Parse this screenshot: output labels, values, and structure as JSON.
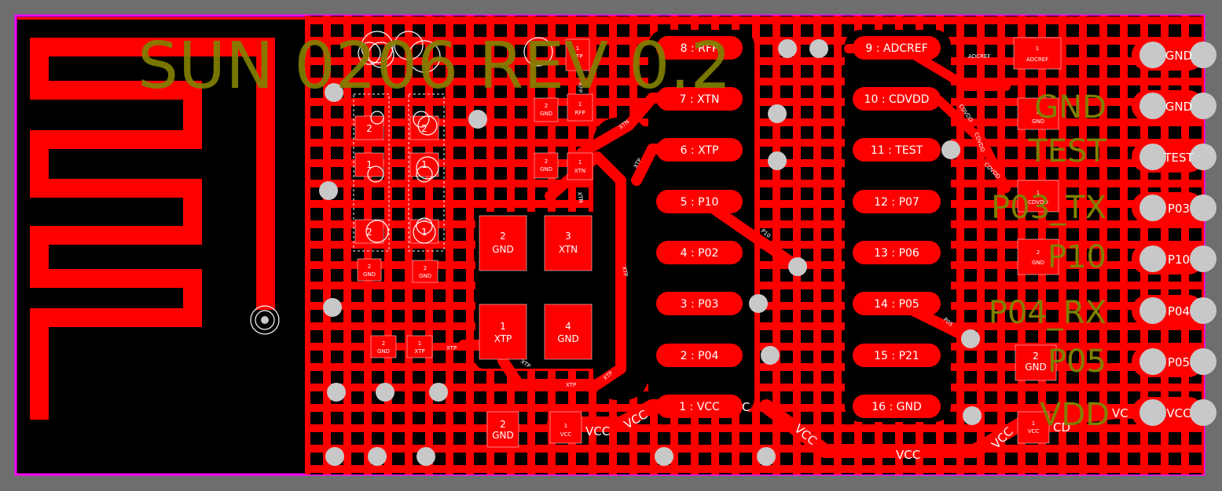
{
  "board": {
    "silkscreen_title": "SUN 0206 REV 0.2",
    "colors": {
      "background": "#6e6e6e",
      "substrate": "#000000",
      "copper": "#ff0000",
      "silkscreen": "#808000",
      "outline": "#ff00ff",
      "drill": "#c8c8c8"
    }
  },
  "module_pads": [
    {
      "label": "8 : RFP"
    },
    {
      "label": "7 : XTN"
    },
    {
      "label": "6 : XTP"
    },
    {
      "label": "5 : P10"
    },
    {
      "label": "4 : P02"
    },
    {
      "label": "3 : P03"
    },
    {
      "label": "2 : P04"
    },
    {
      "label": "1 : VCC"
    },
    {
      "label": "9 : ADCREF"
    },
    {
      "label": "10 : CDVDD"
    },
    {
      "label": "11 : TEST"
    },
    {
      "label": "12 : P07"
    },
    {
      "label": "13 : P06"
    },
    {
      "label": "14 : P05"
    },
    {
      "label": "15 : P21"
    },
    {
      "label": "16 : GND"
    }
  ],
  "crystal_pads": [
    {
      "num": "2",
      "net": "GND"
    },
    {
      "num": "3",
      "net": "XTN"
    },
    {
      "num": "1",
      "net": "XTP"
    },
    {
      "num": "4",
      "net": "GND"
    }
  ],
  "header_pins": [
    {
      "label": "GND"
    },
    {
      "label": "GND"
    },
    {
      "label": "TEST"
    },
    {
      "label": "P03"
    },
    {
      "label": "P10"
    },
    {
      "label": "P04"
    },
    {
      "label": "P05"
    },
    {
      "label": "VCC"
    }
  ],
  "header_silk": [
    {
      "label": "GND"
    },
    {
      "label": "TEST"
    },
    {
      "label": "P03_TX"
    },
    {
      "label": "P10"
    },
    {
      "label": "P04_RX"
    },
    {
      "label": "P05"
    },
    {
      "label": "VDD"
    }
  ],
  "net_labels": {
    "xtn": "XTN",
    "xtp": "XTP",
    "vcc": "VCC",
    "p10": "P10",
    "p05": "P05",
    "rfp": "RFP",
    "gnd": "GND",
    "adcref": "ADCREF",
    "cdvdd": "CDVDD",
    "c": "C",
    "vc": "VC",
    "cd": "CD"
  },
  "smd_labels": {
    "one": "1",
    "two": "2",
    "gnd": "GND",
    "xtp": "XTP",
    "vcc": "VCC",
    "xtn": "XTN",
    "rfp": "RFP",
    "adcref": "ADCREF",
    "cdvdd": "CDVDD"
  }
}
